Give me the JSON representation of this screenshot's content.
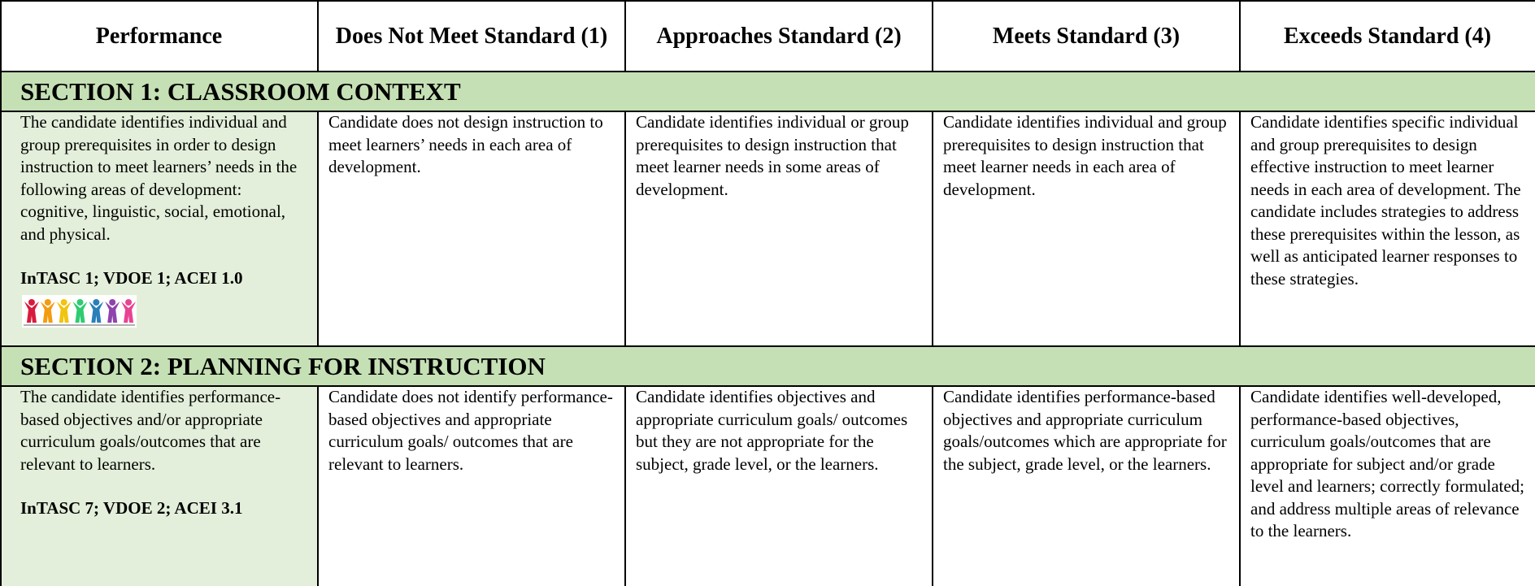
{
  "headers": {
    "performance": "Performance",
    "level1": "Does Not Meet Standard (1)",
    "level2": "Approaches Standard (2)",
    "level3": "Meets Standard (3)",
    "level4": "Exceeds Standard (4)"
  },
  "sections": [
    {
      "title": "SECTION 1: CLASSROOM CONTEXT",
      "performance": "The candidate identifies individual and group prerequisites in order to design instruction to meet learners’ needs in the following areas of development: cognitive, linguistic, social, emotional, and physical.",
      "standards": "InTASC 1; VDOE 1; ACEI 1.0",
      "level1": "Candidate does not design instruction to meet learners’ needs in each area of development.",
      "level2": "Candidate identifies individual or group prerequisites to design instruction that meet learner needs in some areas of development.",
      "level3": "Candidate identifies individual and group prerequisites to design instruction that meet learner needs in each area of development.",
      "level4": "Candidate identifies specific individual and group prerequisites to design effective instruction to meet learner needs in each area of development. The candidate includes strategies to address these prerequisites within the lesson, as well as anticipated learner responses to these strategies.",
      "logo_colors": [
        "#d81b3c",
        "#f39c12",
        "#f1c40f",
        "#2ecc71",
        "#2980b9",
        "#8e44ad",
        "#e84393"
      ]
    },
    {
      "title": "SECTION 2: PLANNING FOR INSTRUCTION",
      "performance": "The candidate identifies performance-based objectives and/or appropriate curriculum goals/outcomes that are relevant to learners.",
      "standards": "InTASC 7; VDOE 2; ACEI 3.1",
      "level1": "Candidate does not identify performance-based objectives and appropriate curriculum goals/ outcomes that are relevant to learners.",
      "level2": "Candidate identifies objectives and appropriate curriculum goals/ outcomes but they are not appropriate for the subject, grade level, or the learners.",
      "level3": "Candidate identifies performance-based objectives and appropriate curriculum goals/outcomes which are appropriate for the subject, grade level, or the learners.",
      "level4": "Candidate identifies well-developed, performance-based objectives, curriculum goals/outcomes that are appropriate for subject and/or grade level and learners; correctly formulated; and address multiple areas of relevance to the learners."
    }
  ],
  "colors": {
    "section_band": "#c5e0b5",
    "performance_column": "#e3efda",
    "grid": "#000000"
  }
}
